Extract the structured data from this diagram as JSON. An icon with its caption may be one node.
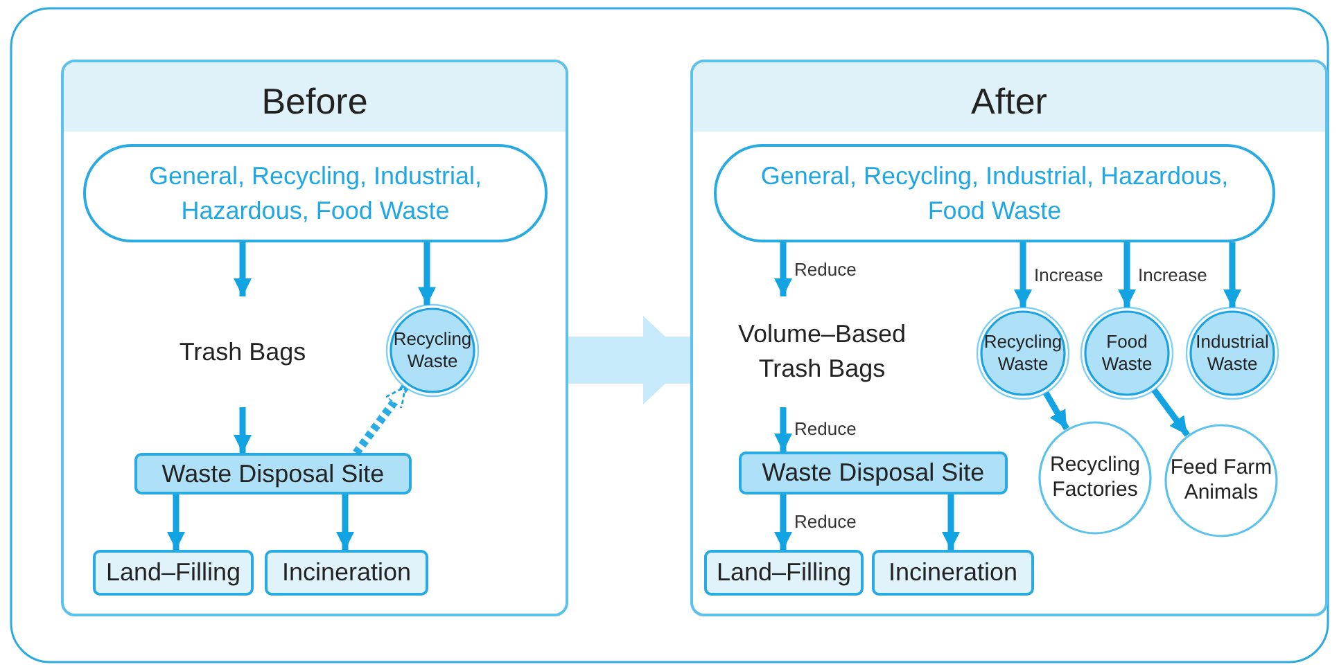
{
  "diagram": {
    "nodes": [
      {
        "text": [
          "Before"
        ]
      },
      {
        "text": [
          "General, Recycling, Industrial, Hazardous, Food Waste"
        ],
        "in": 0
      },
      {
        "text": [
          "Trash Bags"
        ],
        "in": 0
      },
      {
        "text": [
          "Recycling Waste"
        ],
        "in": 0
      },
      {
        "text": [
          "Waste Disposal Site"
        ],
        "in": 0
      },
      {
        "text": [
          "Land–Filling"
        ],
        "in": 0
      },
      {
        "text": [
          "Incineration"
        ],
        "in": 0
      },
      {
        "text": [
          "After"
        ]
      },
      {
        "text": [
          "General, Recycling, Industrial, Hazardous, Food Waste"
        ],
        "in": 7
      },
      {
        "text": [
          "Volume–Based Trash Bags"
        ],
        "in": 7
      },
      {
        "text": [
          "Recycling Waste"
        ],
        "in": 7
      },
      {
        "text": [
          "Food Waste"
        ],
        "in": 7
      },
      {
        "text": [
          "Industrial Waste"
        ],
        "in": 7
      },
      {
        "text": [
          "Waste Disposal Site"
        ],
        "in": 7
      },
      {
        "text": [
          "Recycling Factories"
        ],
        "in": 7
      },
      {
        "text": [
          "Feed Farm Animals"
        ],
        "in": 7
      },
      {
        "text": [
          "Land–Filling"
        ],
        "in": 7
      },
      {
        "text": [
          "Incineration"
        ],
        "in": 7
      }
    ],
    "edges": [
      {
        "from": 1,
        "to": 2,
        "arrow": "to"
      },
      {
        "from": 1,
        "to": 3,
        "arrow": "to"
      },
      {
        "from": 2,
        "to": 4,
        "arrow": "to"
      },
      {
        "from": 4,
        "to": 3,
        "arrow": "to",
        "style": "dashed"
      },
      {
        "from": 4,
        "to": 5,
        "arrow": "to"
      },
      {
        "from": 4,
        "to": 6,
        "arrow": "to"
      },
      {
        "from": 8,
        "to": 9,
        "arrow": "to",
        "label": "Reduce"
      },
      {
        "from": 8,
        "to": 10,
        "arrow": "to",
        "label": "Increase"
      },
      {
        "from": 8,
        "to": 11,
        "arrow": "to",
        "label": "Increase"
      },
      {
        "from": 8,
        "to": 12,
        "arrow": "to"
      },
      {
        "from": 9,
        "to": 13,
        "arrow": "to",
        "label": "Reduce"
      },
      {
        "from": 13,
        "to": 16,
        "arrow": "to",
        "label": "Reduce"
      },
      {
        "from": 13,
        "to": 17,
        "arrow": "to"
      },
      {
        "from": 10,
        "to": 14,
        "arrow": "to"
      },
      {
        "from": 11,
        "to": 15,
        "arrow": "to"
      },
      {
        "from": 0,
        "to": 7,
        "arrow": "to",
        "style": "thick",
        "color": "#c6eaf9"
      }
    ]
  }
}
